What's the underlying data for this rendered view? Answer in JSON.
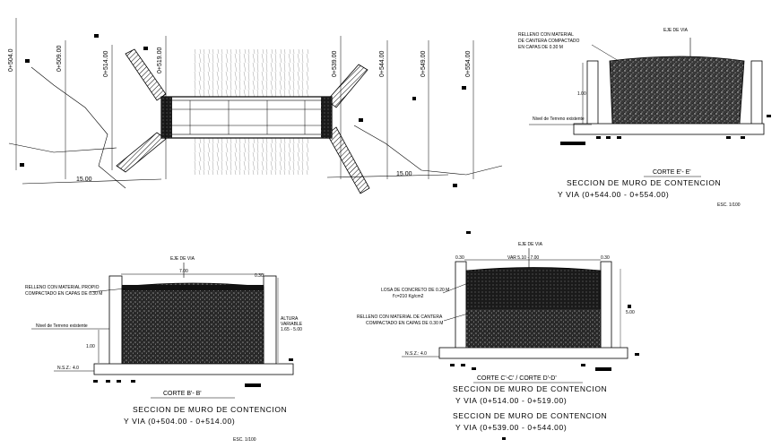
{
  "plan": {
    "stations": [
      "0+504.0",
      "0+509.00",
      "0+514.00",
      "0+519.00",
      "0+539.00",
      "0+544.00",
      "0+549.00",
      "0+554.00"
    ],
    "dim_left": "15.00",
    "dim_right": "15.00"
  },
  "section_e": {
    "axis_label": "EJE DE VIA",
    "fill_note_1": "RELLENO CON MATERIAL",
    "fill_note_2": "DE CANTERA COMPACTADO",
    "fill_note_3": "EN CAPAS DE 0.30 M",
    "height_dim": "1.00",
    "ground_label": "Nivel de Terreno existente",
    "caption": "CORTE E'- E'",
    "title_1": "SECCION DE MURO DE CONTENCION",
    "title_2": "Y VIA (0+544.00 - 0+554.00)",
    "scale": "ESC. 1/100"
  },
  "section_b": {
    "axis_label": "EJE DE VIA",
    "width_dim": "7.00",
    "top_dim": "0.30",
    "fill_note_1": "RELLENO CON MATERIAL PROPIO",
    "fill_note_2": "COMPACTADO EN CAPAS DE 0.30 M",
    "ground_label": "Nivel de Terreno existente",
    "height_dim": "1.00",
    "altura_1": "ALTURA",
    "altura_2": "VARIABLE",
    "altura_3": "1.65 - 5.00",
    "nsz": "N.S.Z.: 4.0",
    "caption": "CORTE B'- B'",
    "title_1": "SECCION DE MURO DE CONTENCION",
    "title_2": "Y VIA (0+504.00 - 0+514.00)",
    "scale": "ESC. 1/100"
  },
  "section_c": {
    "axis_label": "EJE DE VIA",
    "var_dim": "VAR 5.10 - 7.00",
    "top_dim_l": "0.30",
    "top_dim_r": "0.30",
    "slab_note_1": "LOSA DE CONCRETO DE 0.20 M",
    "slab_note_2": "f'c=210 Kg/cm2",
    "fill_note_1": "RELLENO CON MATERIAL DE CANTERA",
    "fill_note_2": "COMPACTADO EN CAPAS DE 0.30 M",
    "height_dim": "5.00",
    "nsz": "N.S.Z.: 4.0",
    "caption": "CORTE C'-C' / CORTE D'-D'",
    "title_1": "SECCION DE MURO DE CONTENCION",
    "title_2": "Y VIA (0+514.00 - 0+519.00)",
    "title_3": "SECCION DE MURO DE CONTENCION",
    "title_4": "Y VIA (0+539.00 - 0+544.00)"
  }
}
